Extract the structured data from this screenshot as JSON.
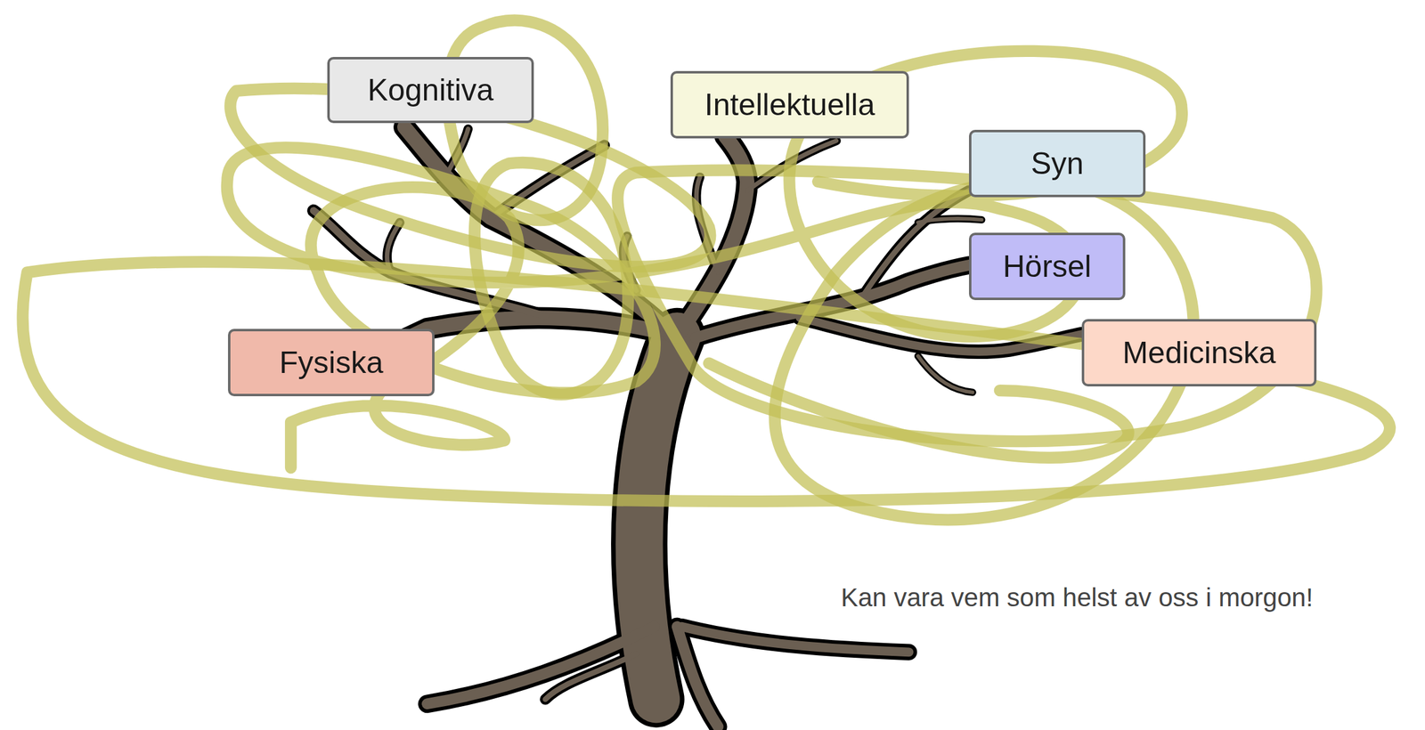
{
  "diagram": {
    "nodes": [
      {
        "text": [
          "Kognitiva"
        ]
      },
      {
        "text": [
          "Intellektuella"
        ]
      },
      {
        "text": [
          "Syn"
        ]
      },
      {
        "text": [
          "Hörsel"
        ]
      },
      {
        "text": [
          "Fysiska"
        ]
      },
      {
        "text": [
          "Medicinska"
        ]
      }
    ],
    "labels": [
      "Kan vara vem som helst av oss i morgon!"
    ]
  }
}
